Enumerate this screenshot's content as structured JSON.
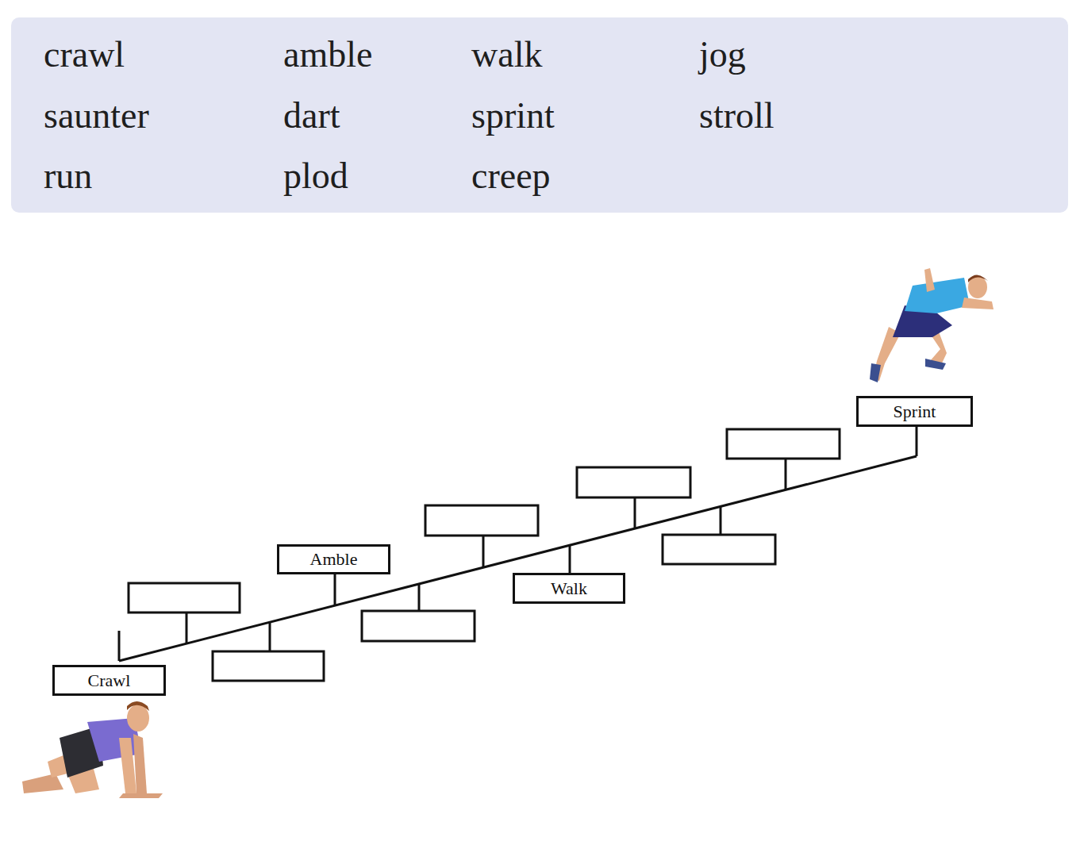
{
  "diagram": {
    "nodes": [
      {
        "text": [
          "crawl",
          "amble",
          "walk",
          "jog",
          "saunter",
          "dart",
          "sprint",
          "stroll",
          "run",
          "plod",
          "creep"
        ]
      },
      {
        "text": [
          "Crawl"
        ]
      },
      {
        "text": [
          "Amble"
        ]
      },
      {
        "text": [
          "Walk"
        ]
      },
      {
        "text": [
          "Sprint"
        ]
      }
    ]
  }
}
